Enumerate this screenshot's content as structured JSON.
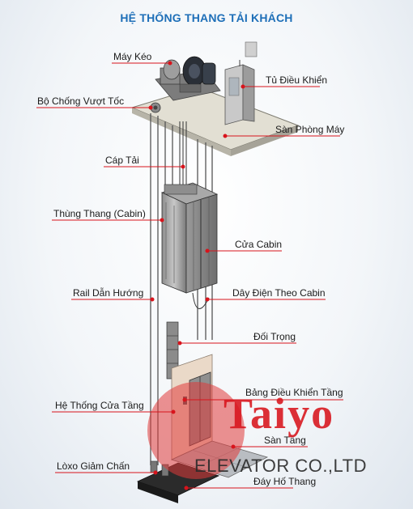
{
  "title": "HỆ THỐNG THANG TẢI KHÁCH",
  "labels": {
    "may_keo": "Máy Kéo",
    "tu_dieu_khien": "Tủ Điều Khiển",
    "bo_chong_vuot_toc": "Bộ Chống Vượt Tốc",
    "san_phong_may": "Sàn Phòng Máy",
    "cap_tai": "Cáp Tải",
    "thung_thang": "Thùng Thang (Cabin)",
    "cua_cabin": "Cửa Cabin",
    "rail_dan_huong": "Rail Dẫn Hướng",
    "day_dien": "Dây Điện Theo Cabin",
    "doi_trong": "Đối Trọng",
    "bang_dieu_khien_tang": "Bảng Điều Khiển Tầng",
    "he_thong_cua_tang": "Hệ Thống Cửa Tầng",
    "san_tang": "Sàn Tầng",
    "loxo_giam_chan": "Lòxo Giảm Chấn",
    "day_ho_thang": "Đáy Hố Thang"
  },
  "brand": {
    "name": "Taiyo",
    "subtitle": "ELEVATOR CO.,LTD"
  },
  "colors": {
    "title": "#1e6fb8",
    "leader": "#d8141c",
    "brand": "#d8141c"
  }
}
